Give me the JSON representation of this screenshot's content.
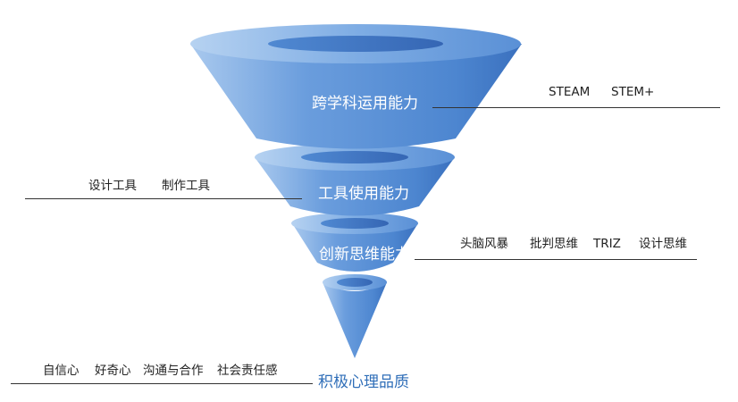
{
  "stages": [
    {
      "name": "跨学科运用能力",
      "tags": [
        "STEAM",
        "STEM+"
      ]
    },
    {
      "name": "工具使用能力",
      "tags": [
        "设计工具",
        "制作工具"
      ]
    },
    {
      "name": "创新思维能力",
      "tags": [
        "头脑风暴",
        "批判思维",
        "TRIZ",
        "设计思维"
      ]
    }
  ],
  "base": {
    "name": "积极心理品质",
    "tags": [
      "自信心",
      "好奇心",
      "沟通与合作",
      "社会责任感"
    ]
  },
  "colors": {
    "funnel_main": "#4d86d0",
    "funnel_light": "#a9c9ee",
    "funnel_dark": "#3a70be",
    "hole": "#3d76c4",
    "base_label": "#2f6eb8",
    "line": "#333333"
  }
}
